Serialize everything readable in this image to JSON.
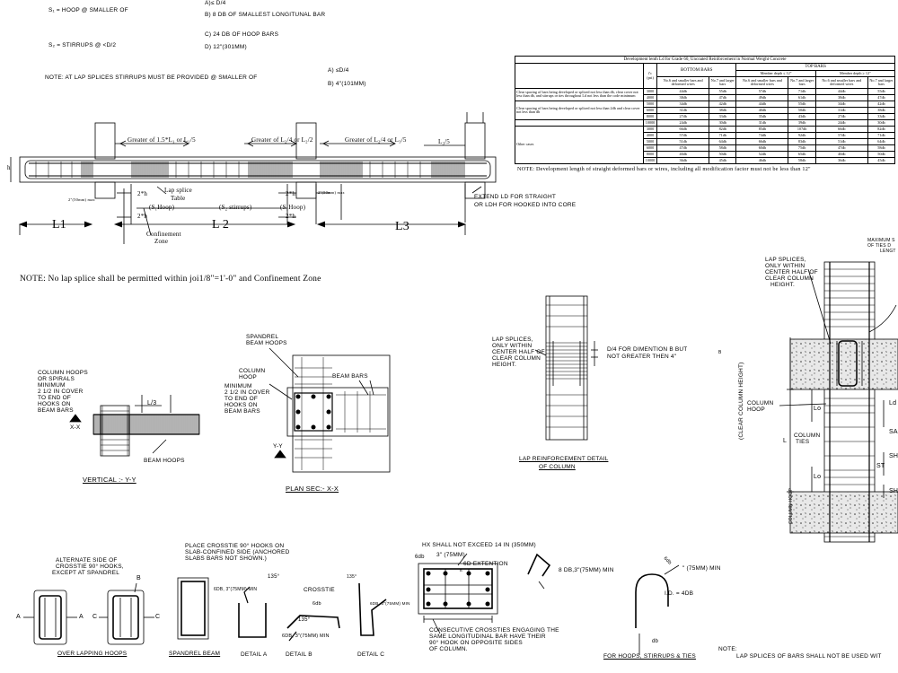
{
  "top_notes": {
    "s1": "S₁ = Hoop @ Smaller of",
    "s2": "S₂ = Stirrups @ <D/2",
    "a1": "A)≤ D/4",
    "b1": "B) 8 DB of smallest longitunal bar",
    "c1": "C) 24 DB of hoop bars",
    "d1": "D) 12\"(301mm)",
    "note_lap": "Note: At lap splices stirrups must be provided @ smaller of",
    "a2": "A) ≤D/4",
    "b2": "B) 4\"(101mm)"
  },
  "beam": {
    "greater1": "Greater of 1.5*L₁ or L₁/5",
    "greater2": "Greater of L₂/4 or L₂/2",
    "greater3": "Greater of L₂/4 or L₃/5",
    "l3_5": "L₃/5",
    "lap_splice": "Lap splice",
    "table": "Table",
    "s1hoop_a": "(S₁Hoop)",
    "s2stirrups": "(S₂ stirrups)",
    "s1hoop_b": "(S₁Hoop)",
    "two_h_a": "2*h",
    "two_h_b": "2*h",
    "two_h_c": "2*h",
    "two_h_d": "2*h",
    "confinement": "Confinement",
    "zone": "Zone",
    "min_a": "2\"(50mm) max",
    "min_b": "2\"(50mm) max",
    "extend1": "Extend LD for straight",
    "extend2": "or LDH for hooked into core",
    "L1": "L1",
    "L2": "L 2",
    "L3": "L3",
    "h": "h"
  },
  "note_main": "NOTE:   No lap splice shall be permitted within joi1/8\"=1'-0\" and Confinement  Zone",
  "table": {
    "title": "Development lenth  Ld for Grade 60, Uncoated Reinforcement in Normal Weight Concrete",
    "bottom": "BOTTOM BARS",
    "top": "TOP BARS",
    "fc": "f'c (psi)",
    "mem1": "Member depth ≤ 12\"",
    "mem2": "Member depth ≥ 12\"",
    "col_small": "No.6 and smaller bars and deformed wires",
    "col_large": "No.7 and larger bars",
    "case1": "Clear spacing of bars being developed or spliced not less than db, clear cover not less than db, and stirrups or ties throughout Ld not less than the code minimum",
    "case2": "Clear spacing of bars being developed or spliced not less than 2db and clear cover not less than db",
    "case3": "Other cases",
    "fc_values": [
      "3000",
      "4000",
      "5000",
      "6000",
      "8000",
      "10000"
    ],
    "rows": [
      [
        "3000",
        "44db",
        "55db",
        "57db",
        "71db",
        "44db",
        "55db"
      ],
      [
        "4000",
        "38db",
        "47db",
        "49db",
        "61db",
        "38db",
        "47db"
      ],
      [
        "5000",
        "34db",
        "42db",
        "44db",
        "55db",
        "34db",
        "42db"
      ],
      [
        "6000",
        "31db",
        "38db",
        "40db",
        "50db",
        "31db",
        "38db"
      ],
      [
        "8000",
        "27db",
        "33db",
        "35db",
        "43db",
        "27db",
        "33db"
      ],
      [
        "10000",
        "24db",
        "30db",
        "31db",
        "39db",
        "24db",
        "30db"
      ],
      [
        "3000",
        "66db",
        "82db",
        "85db",
        "107db",
        "66db",
        "82db"
      ],
      [
        "4000",
        "57db",
        "71db",
        "74db",
        "92db",
        "57db",
        "71db"
      ],
      [
        "5000",
        "51db",
        "64db",
        "66db",
        "83db",
        "51db",
        "64db"
      ],
      [
        "6000",
        "47db",
        "58db",
        "60db",
        "75db",
        "47db",
        "58db"
      ],
      [
        "8000",
        "40db",
        "50db",
        "52db",
        "65db",
        "40db",
        "50db"
      ],
      [
        "10000",
        "36db",
        "45db",
        "46db",
        "58db",
        "36db",
        "45db"
      ]
    ],
    "note": "NOTE: Development length of straight deformed bars or wires, including all modification factor must not be less than 12\""
  },
  "vertical": {
    "col_hoops": "Column hoops",
    "or_spirals": "or spirals",
    "minimum": "minimum",
    "cover": "2 1/2 in Cover",
    "to_end": "to end of",
    "hooks_on": "hooks on",
    "beam_bars": "beam bars",
    "l3": "L/3",
    "xx": "X-X",
    "beam_hoops": "Beam hoops",
    "caption": "Vertical :- Y-Y"
  },
  "plan": {
    "spandrel": "Spandrel",
    "beam_hoops": "beam hoops",
    "column": "Column",
    "hoop": "hoop",
    "minimum": "minimum",
    "cover": "2 1/2 in Cover",
    "to_end": "to end of",
    "hooks_on": "hooks on",
    "beam_bars_small": "beam bars",
    "beam_bars": "Beam bars",
    "yy": "Y-Y",
    "caption": "Plan Sec:- X-X"
  },
  "lap": {
    "l1": "Lap splices,",
    "l2": "only within",
    "l3": "center half of",
    "l4": "clear column",
    "l5": "height.",
    "d4a": "D/4 for dimention B  but",
    "d4b": "not greater then 4\"",
    "caption1": "Lap Reinforcement Detail",
    "caption2": "of Column",
    "b": "B"
  },
  "right": {
    "max1": "Maximum s",
    "max2": "of ties d",
    "max3": "lengt",
    "lap1": "Lap splices,",
    "lap2": "only within",
    "lap3": "center half of",
    "lap4": "clear column",
    "lap5": "height.",
    "col_hoop1": "Column",
    "col_hoop2": "hoop",
    "clear_height": "(Clear column height)",
    "col_ties1": "Column",
    "col_ties2": "ties",
    "column_hoop_v": "Column hoop",
    "lo_a": "Lo",
    "lo_b": "Lo",
    "l": "L",
    "sh1": "SH",
    "st": "ST",
    "sh2": "SH",
    "sa": "SA",
    "ld": "Ld"
  },
  "hoops": {
    "alt1": "Alternate side of",
    "alt2": "crosstie 90° hooks,",
    "alt3": "except at spandrel",
    "b": "B",
    "a1": "A",
    "a2": "A",
    "c1": "C",
    "c2": "C",
    "caption_over": "Over lapping Hoops",
    "place1": "Place crosstie 90° hooks on",
    "place2": "slab-confined side (anchored",
    "place3": "slabs bars not shown.)",
    "sixdb_a": "6db, 3\"(75mm) min",
    "caption_spandrel": "Spandrel Beam",
    "deg135_a": "135°",
    "crosstie": "Crosstie",
    "sixdb_b": "6db",
    "deg135_b": "135°",
    "sixdb_c": "6db, 3\"(75mm) min",
    "caption_a": "Detail A",
    "caption_b": "Detail B",
    "deg135_c": "135°",
    "sixdb_d": "6db, 3\"(75mm) min",
    "caption_c": "Detail C",
    "hx": "Hx shall not exceed 14 in (350mm)",
    "sixdb_e": "6db",
    "three_in": "3\" (75mm)",
    "ext": "6D  extention",
    "b_sub": "B",
    "consec1": "Consecutive crossties engaging the",
    "consec2": "same longitudinal bar have  their",
    "consec3": "90° hook on opposite sides",
    "consec4": "of column.",
    "eight_db": "8 db,3\"(75mm) min",
    "six_db_f": "6db",
    "seventy": "\" (75mm) min",
    "id": "I.D. = 4db",
    "db": "db",
    "caption_hoops": "For Hoops, Stirrups & Ties",
    "note1": "NOTE:",
    "note2": "Lap splices of bars shall not be used wit"
  }
}
